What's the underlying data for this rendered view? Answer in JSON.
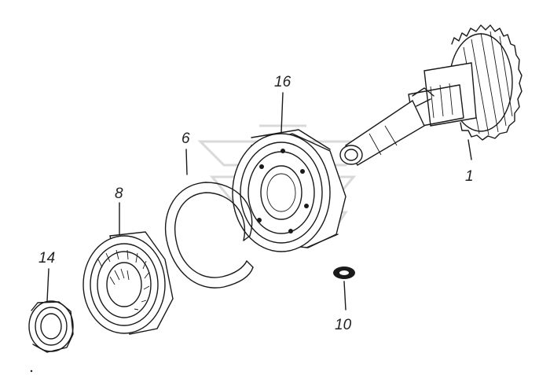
{
  "callouts": [
    {
      "id": "1",
      "text": "1"
    },
    {
      "id": "6",
      "text": "6"
    },
    {
      "id": "8",
      "text": "8"
    },
    {
      "id": "10",
      "text": "10"
    },
    {
      "id": "14",
      "text": "14"
    },
    {
      "id": "16",
      "text": "16"
    }
  ],
  "parts": [
    {
      "callout": "1",
      "name": "shaft-with-gear"
    },
    {
      "callout": "16",
      "name": "ball-bearing-with-shield"
    },
    {
      "callout": "6",
      "name": "snap-ring"
    },
    {
      "callout": "8",
      "name": "roller-bearing"
    },
    {
      "callout": "14",
      "name": "nut"
    },
    {
      "callout": "10",
      "name": "washer"
    }
  ],
  "colors": {
    "ink": "#1a1a1a",
    "background": "#ffffff",
    "watermark": "#d9d9d9"
  }
}
